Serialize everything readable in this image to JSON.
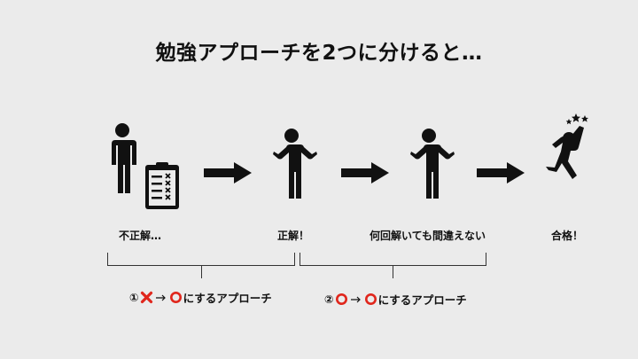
{
  "title": "勉強アプローチを2つに分けると…",
  "stages": [
    {
      "label": "不正解…",
      "icon": "person-with-checklist-icon"
    },
    {
      "label": "正解！",
      "icon": "person-shrugging-icon"
    },
    {
      "label": "何回解いても間違えない",
      "icon": "person-shrugging-icon"
    },
    {
      "label": "合格！",
      "icon": "person-jumping-stars-icon"
    }
  ],
  "approaches": [
    {
      "number": "①",
      "from": "cross-mark",
      "to": "circle-mark",
      "text": "にするアプローチ"
    },
    {
      "number": "②",
      "from": "circle-mark",
      "to": "circle-mark",
      "text": "にするアプローチ"
    }
  ],
  "colors": {
    "background": "#ebebeb",
    "mark_red": "#e0261c",
    "figure": "#111111"
  }
}
